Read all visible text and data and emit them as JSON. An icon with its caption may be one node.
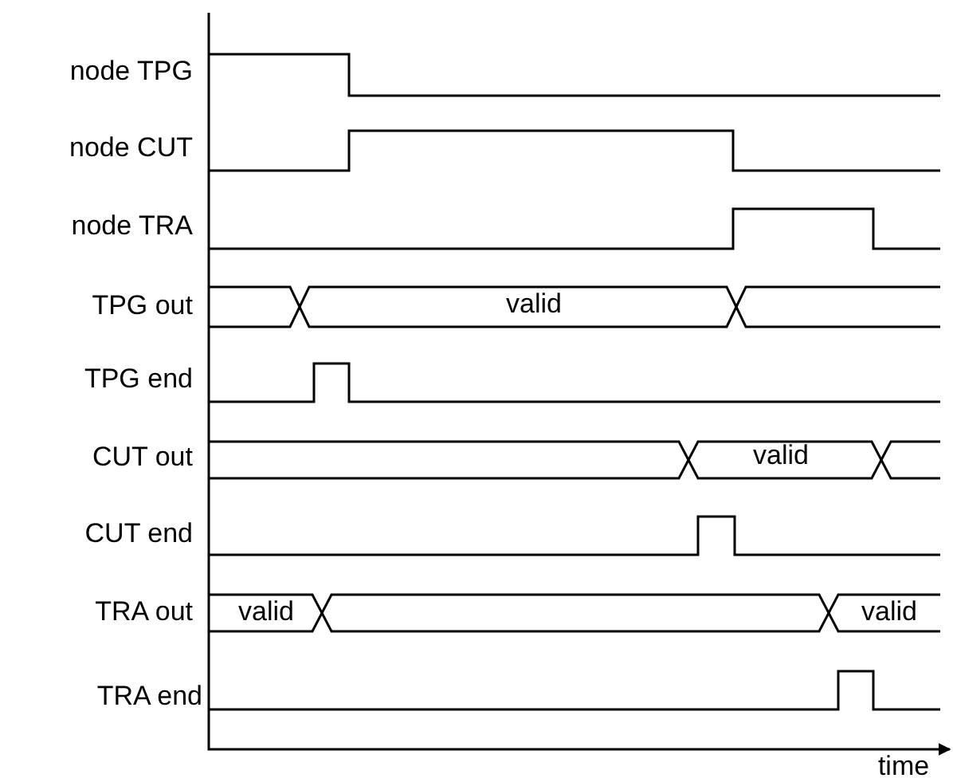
{
  "diagram": {
    "labels": [
      "node TPG",
      "node CUT",
      "node TRA",
      "TPG out",
      "valid",
      "TPG end",
      "CUT out",
      "valid",
      "CUT end",
      "TRA out",
      "valid",
      "valid",
      "TRA end",
      "time"
    ]
  }
}
